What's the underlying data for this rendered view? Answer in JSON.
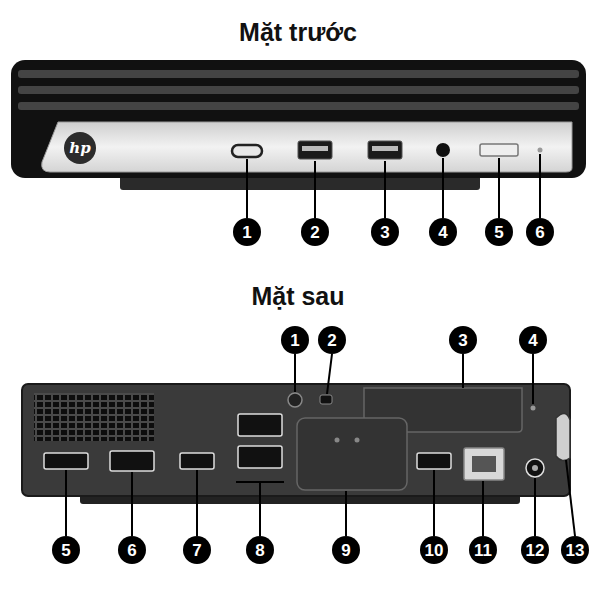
{
  "diagram": {
    "labels": [
      "Mặt trước",
      "hp",
      "1",
      "2",
      "3",
      "4",
      "5",
      "6",
      "Mặt sau",
      "1",
      "2",
      "3",
      "4",
      "5",
      "6",
      "7",
      "8",
      "9",
      "10",
      "11",
      "12",
      "13"
    ]
  }
}
